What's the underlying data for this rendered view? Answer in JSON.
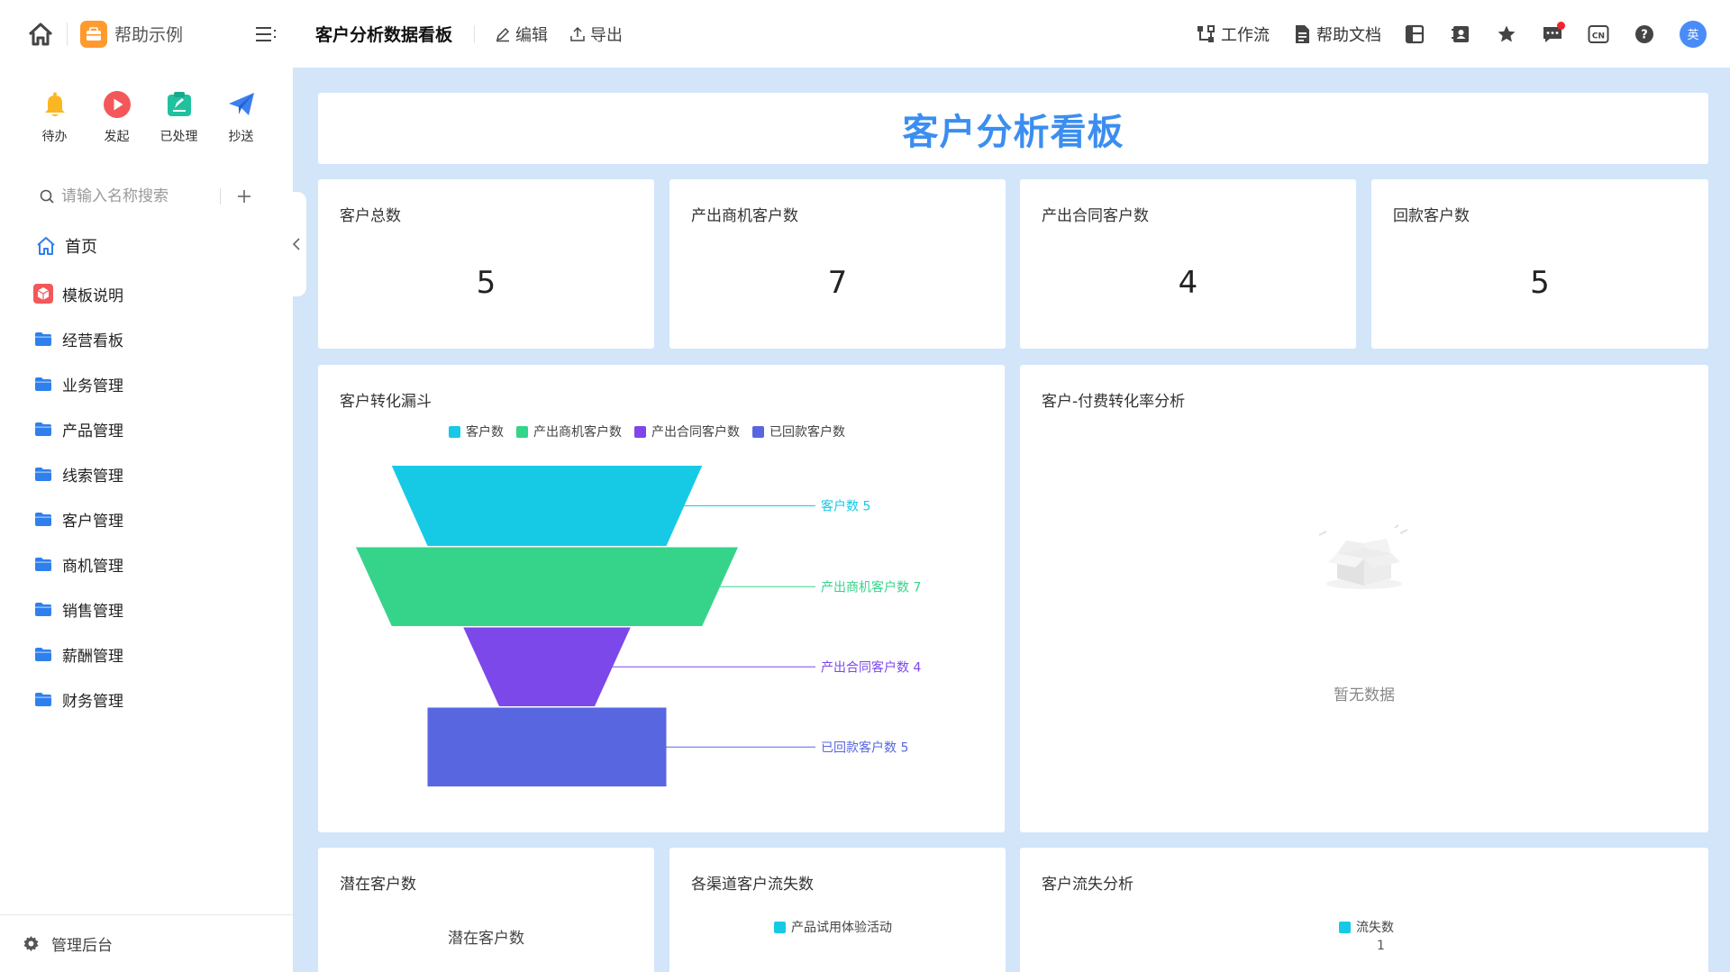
{
  "header": {
    "app_name": "帮助示例",
    "page_title": "客户分析数据看板",
    "edit_label": "编辑",
    "export_label": "导出",
    "workflow_label": "工作流",
    "help_doc_label": "帮助文档",
    "avatar_text": "英"
  },
  "sidebar": {
    "quick": [
      {
        "label": "待办",
        "icon": "bell-icon"
      },
      {
        "label": "发起",
        "icon": "play-icon"
      },
      {
        "label": "已处理",
        "icon": "done-icon"
      },
      {
        "label": "抄送",
        "icon": "send-icon"
      }
    ],
    "search_placeholder": "请输入名称搜索",
    "home_label": "首页",
    "template_label": "模板说明",
    "folders": [
      "经营看板",
      "业务管理",
      "产品管理",
      "线索管理",
      "客户管理",
      "商机管理",
      "销售管理",
      "薪酬管理",
      "财务管理"
    ],
    "footer_label": "管理后台"
  },
  "dashboard": {
    "title": "客户分析看板",
    "stats": [
      {
        "label": "客户总数",
        "value": "5"
      },
      {
        "label": "产出商机客户数",
        "value": "7"
      },
      {
        "label": "产出合同客户数",
        "value": "4"
      },
      {
        "label": "回款客户数",
        "value": "5"
      }
    ],
    "funnel_title": "客户转化漏斗",
    "payment_title": "客户-付费转化率分析",
    "empty_text": "暂无数据",
    "potential_title": "潜在客户数",
    "potential_sub": "潜在客户数",
    "channel_title": "各渠道客户流失数",
    "channel_legend": "产品试用体验活动",
    "churn_title": "客户流失分析",
    "churn_legend": "流失数",
    "churn_value": "1"
  },
  "colors": {
    "accent": "#3b8ef0",
    "main_bg": "#d2e5f9",
    "funnel": [
      "#16cae6",
      "#36d48a",
      "#7c48ea",
      "#5867e0"
    ]
  },
  "chart_data": {
    "type": "funnel",
    "categories": [
      "客户数",
      "产出商机客户数",
      "产出合同客户数",
      "已回款客户数"
    ],
    "values": [
      5,
      7,
      4,
      5
    ],
    "labels": [
      "客户数 5",
      "产出商机客户数 7",
      "产出合同客户数 4",
      "已回款客户数 5"
    ]
  }
}
